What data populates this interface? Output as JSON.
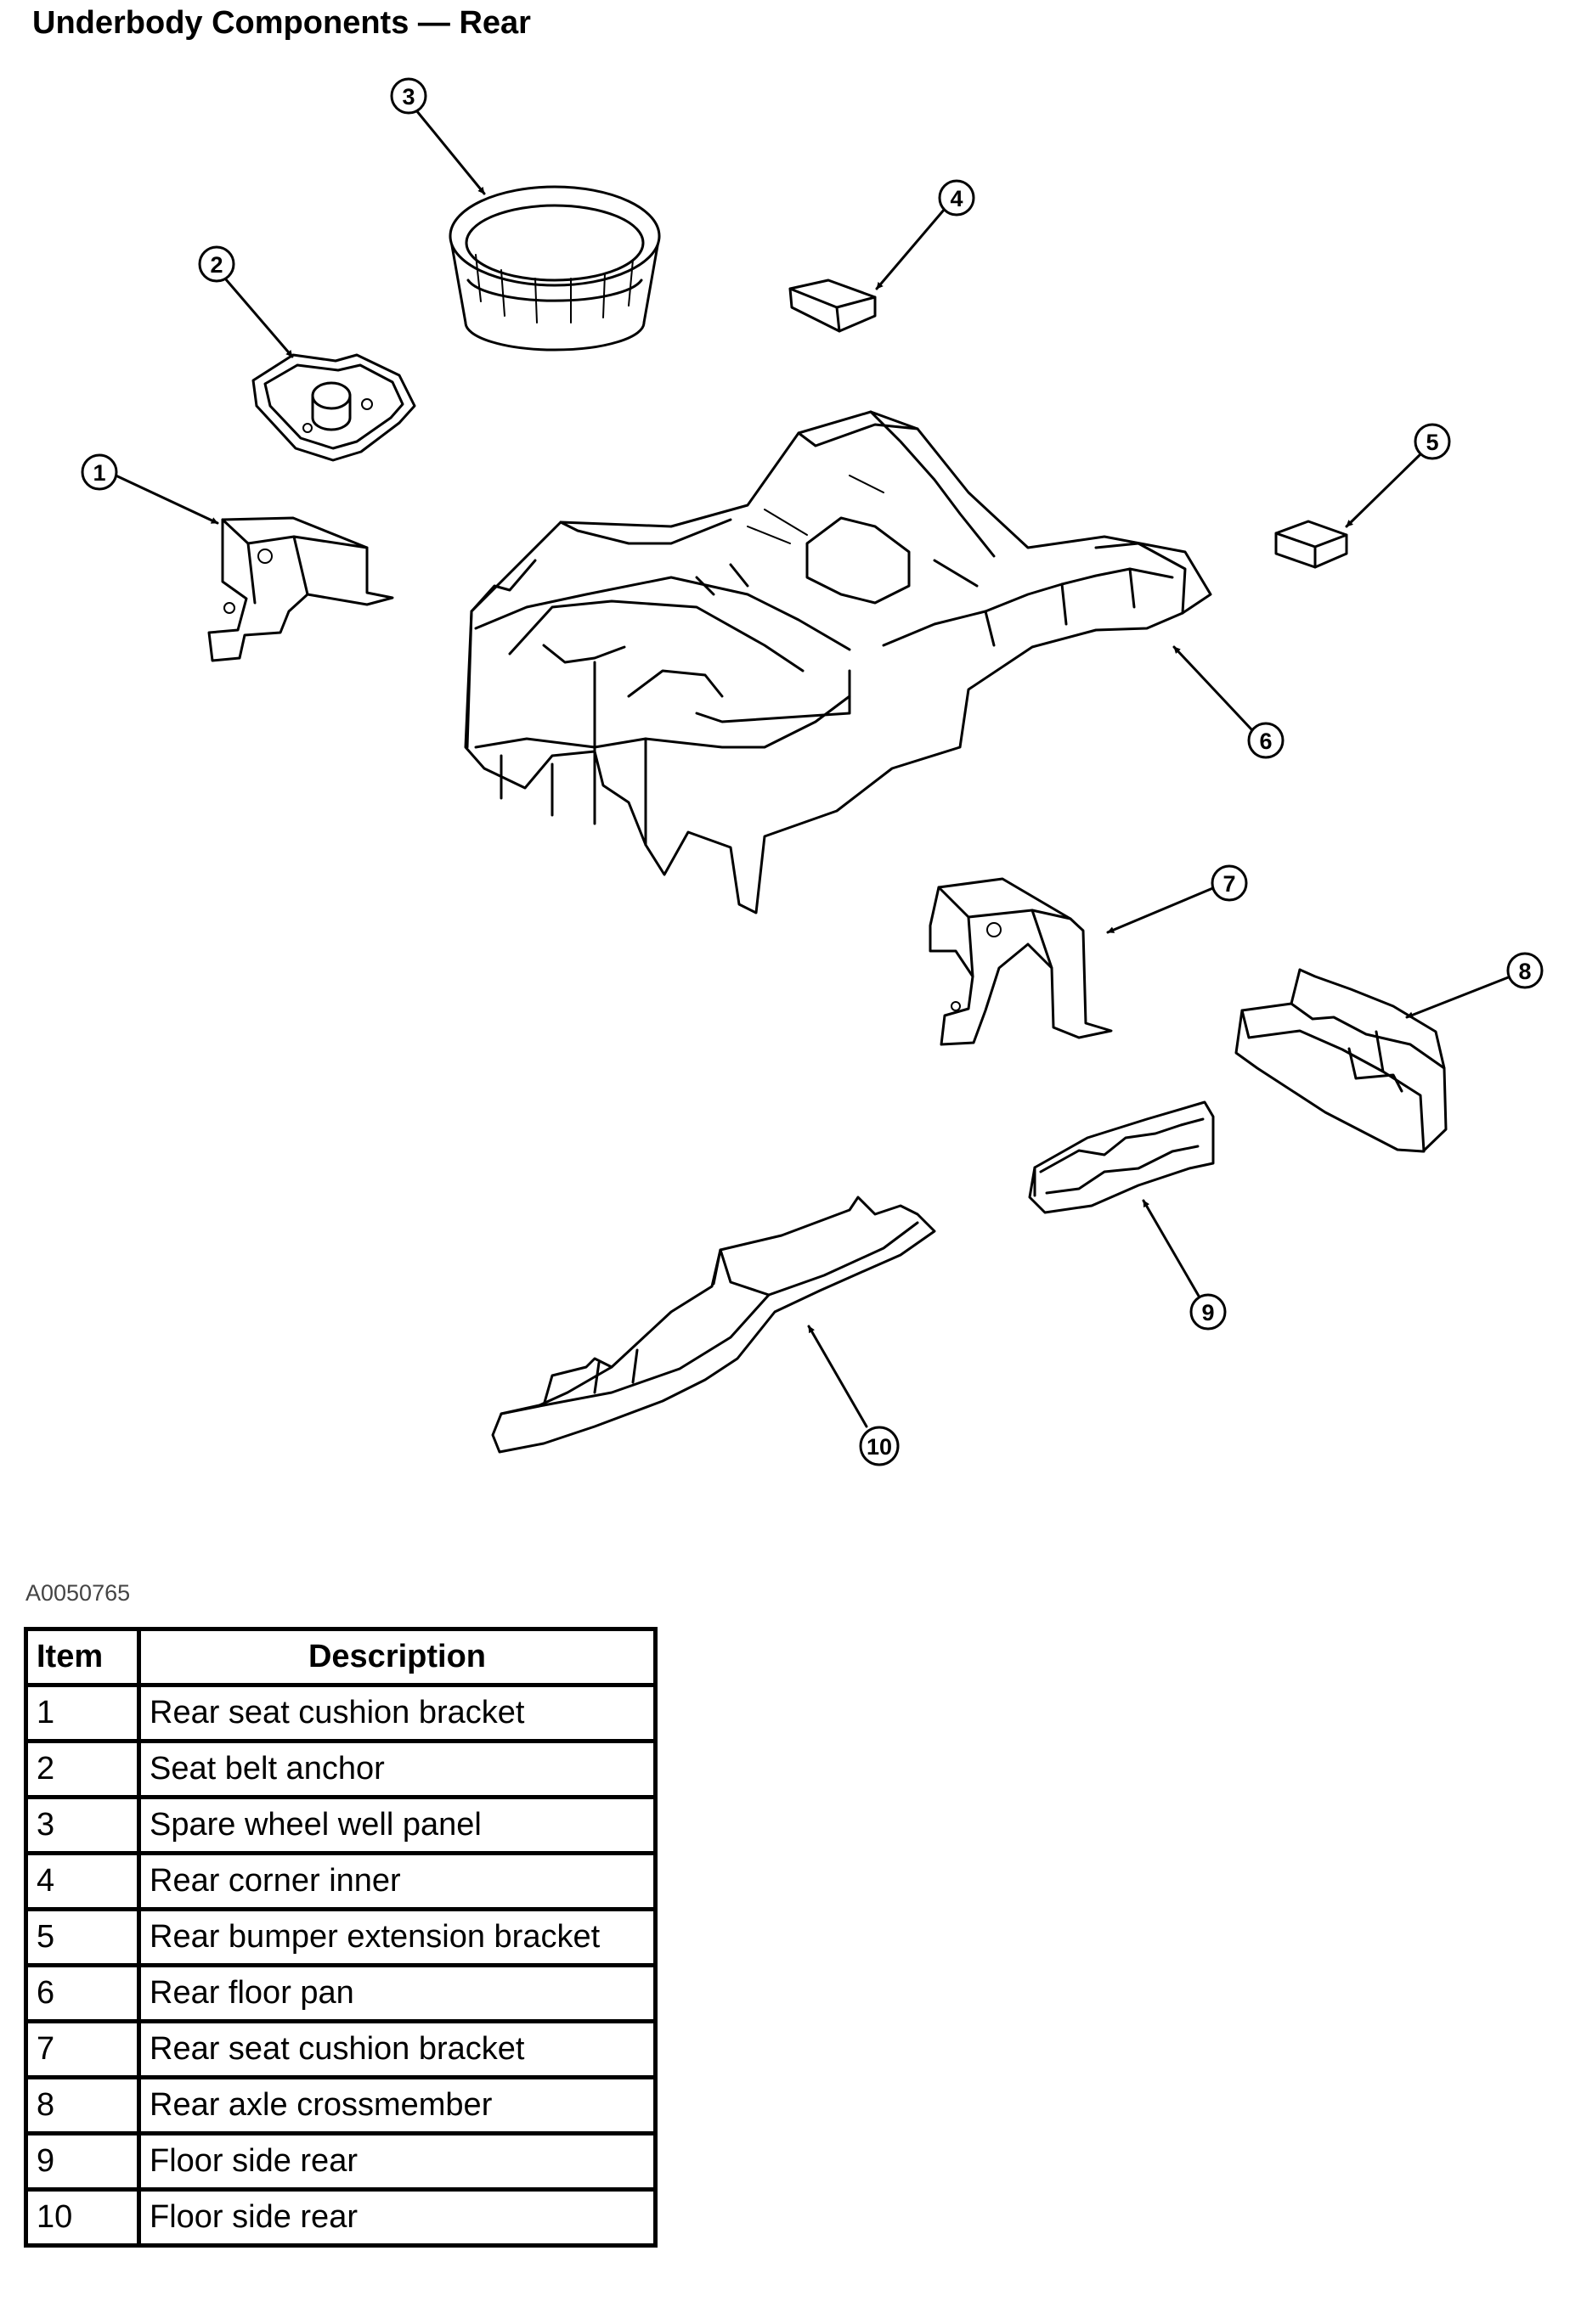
{
  "title": "Underbody Components — Rear",
  "figure_id": "A0050765",
  "callouts": [
    "1",
    "2",
    "3",
    "4",
    "5",
    "6",
    "7",
    "8",
    "9",
    "10"
  ],
  "table": {
    "headers": {
      "item": "Item",
      "description": "Description"
    },
    "rows": [
      {
        "item": "1",
        "description": "Rear seat cushion bracket"
      },
      {
        "item": "2",
        "description": "Seat belt anchor"
      },
      {
        "item": "3",
        "description": "Spare wheel well panel"
      },
      {
        "item": "4",
        "description": "Rear corner inner"
      },
      {
        "item": "5",
        "description": "Rear bumper extension bracket"
      },
      {
        "item": "6",
        "description": "Rear floor pan"
      },
      {
        "item": "7",
        "description": "Rear seat cushion bracket"
      },
      {
        "item": "8",
        "description": "Rear axle crossmember"
      },
      {
        "item": "9",
        "description": "Floor side rear"
      },
      {
        "item": "10",
        "description": "Floor side rear"
      }
    ]
  }
}
